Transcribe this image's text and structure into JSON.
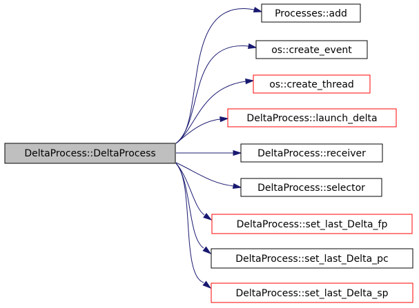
{
  "source": {
    "label": "DeltaProcess::DeltaProcess",
    "fill": "#bfbfbf",
    "border": "#000000"
  },
  "callees": [
    {
      "label": "Processes::add",
      "border": "#000000"
    },
    {
      "label": "os::create_event",
      "border": "#000000"
    },
    {
      "label": "os::create_thread",
      "border": "#ff0000"
    },
    {
      "label": "DeltaProcess::launch_delta",
      "border": "#ff0000"
    },
    {
      "label": "DeltaProcess::receiver",
      "border": "#000000"
    },
    {
      "label": "DeltaProcess::selector",
      "border": "#000000"
    },
    {
      "label": "DeltaProcess::set_last_Delta_fp",
      "border": "#ff0000"
    },
    {
      "label": "DeltaProcess::set_last_Delta_pc",
      "border": "#000000"
    },
    {
      "label": "DeltaProcess::set_last_Delta_sp",
      "border": "#ff0000"
    }
  ],
  "edge_color": "#191970"
}
